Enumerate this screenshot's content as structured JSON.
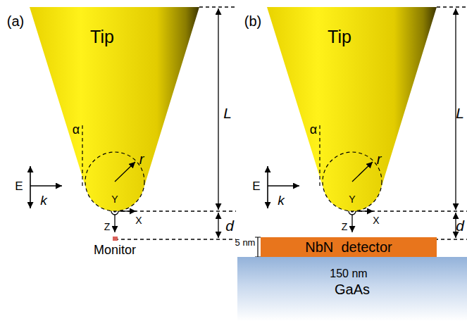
{
  "diagram": {
    "nodes": [
      {
        "text": [
          "Tip"
        ]
      },
      {
        "text": [
          "Monitor"
        ]
      },
      {
        "text": [
          "Tip"
        ]
      },
      {
        "text": [
          "NbN  detector"
        ]
      },
      {
        "text": [
          "GaAs"
        ]
      }
    ],
    "labels": [
      "(a)",
      "α",
      "r",
      "L",
      "d",
      "E",
      "k",
      "Y",
      "Z",
      "X",
      "(b)",
      "α",
      "r",
      "L",
      "d",
      "E",
      "k",
      "Y",
      "Z",
      "X",
      "5 nm",
      "150 nm"
    ]
  }
}
